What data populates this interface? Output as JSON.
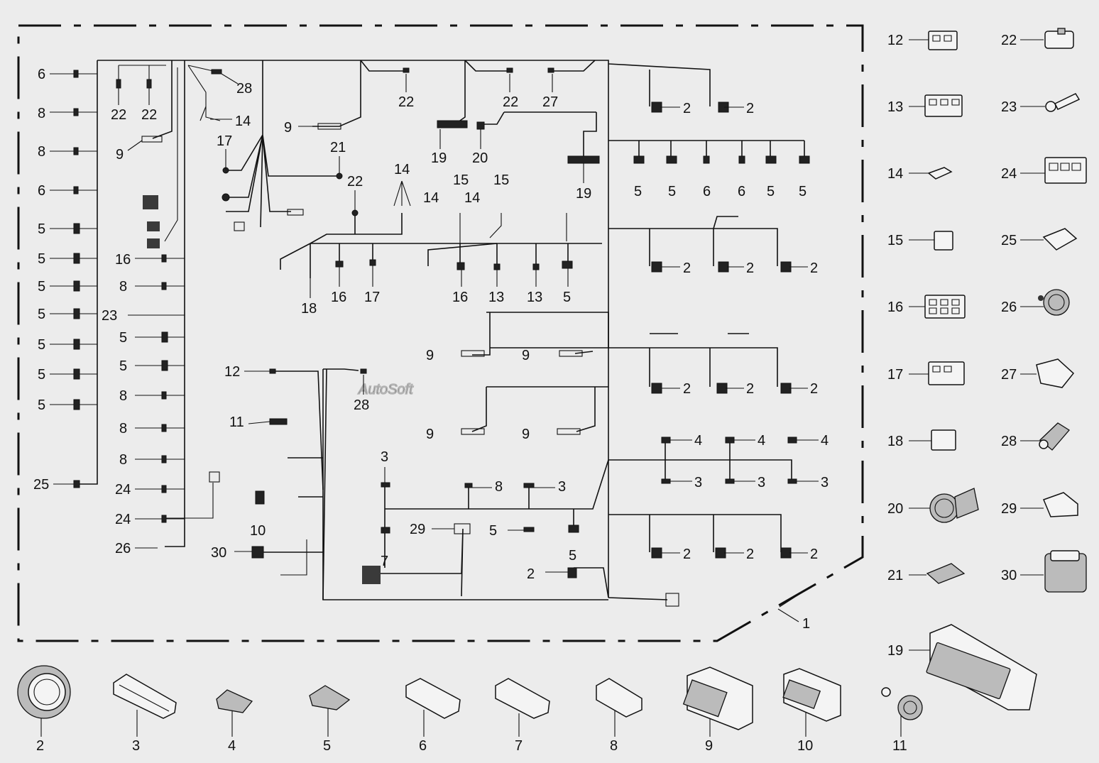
{
  "watermark": "AutoSoft",
  "callouts": {
    "c1": "1",
    "left_col": [
      "6",
      "8",
      "8",
      "6",
      "5",
      "5",
      "5",
      "5",
      "5",
      "5",
      "5",
      "25"
    ],
    "inner_col": [
      "16",
      "8",
      "23",
      "5",
      "5",
      "8",
      "8",
      "8",
      "24",
      "24",
      "26"
    ],
    "top_left": [
      "22",
      "22",
      "9",
      "28",
      "14",
      "17",
      "9",
      "21",
      "22",
      "14",
      "15",
      "14",
      "15",
      "22",
      "22",
      "27",
      "19",
      "20",
      "19"
    ],
    "mid_row": [
      "18",
      "16",
      "17",
      "16",
      "13",
      "13",
      "5"
    ],
    "right_top_row": [
      "2",
      "2",
      "5",
      "5",
      "6",
      "6",
      "5",
      "5"
    ],
    "right_mid": [
      "2",
      "2",
      "2",
      "2",
      "2",
      "2"
    ],
    "right_lower": [
      "4",
      "4",
      "4",
      "3",
      "3",
      "3",
      "2",
      "2",
      "2"
    ],
    "center": [
      "9",
      "9",
      "9",
      "9",
      "12",
      "28",
      "11",
      "10",
      "30",
      "3",
      "8",
      "3",
      "29",
      "5",
      "5",
      "7",
      "2"
    ],
    "legend_right": [
      "12",
      "22",
      "13",
      "23",
      "14",
      "24",
      "15",
      "25",
      "16",
      "26",
      "17",
      "27",
      "18",
      "28",
      "20",
      "29",
      "21",
      "30",
      "19"
    ],
    "legend_bottom": [
      "2",
      "3",
      "4",
      "5",
      "6",
      "7",
      "8",
      "9",
      "10",
      "11"
    ]
  }
}
